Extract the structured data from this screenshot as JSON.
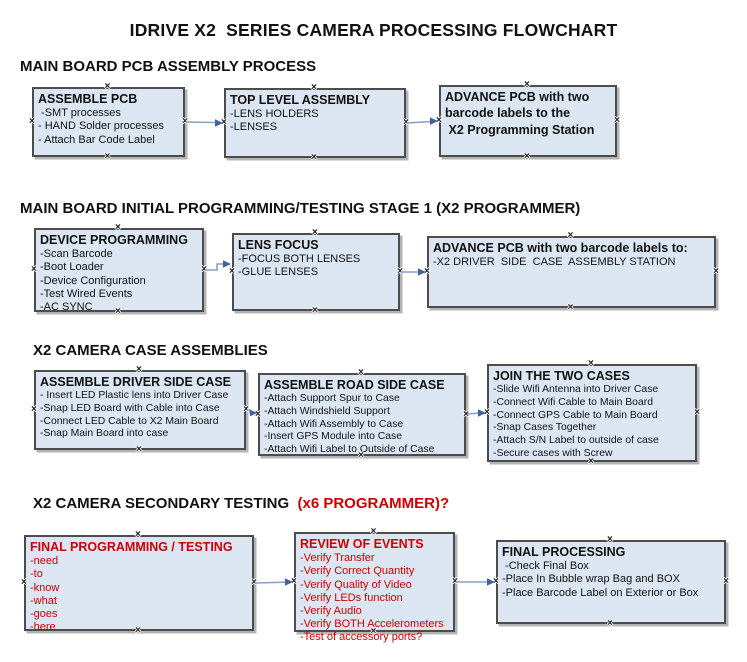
{
  "title": "IDRIVE X2  SERIES CAMERA PROCESSING FLOWCHART",
  "colors": {
    "box_fill": "#dce6f2",
    "box_border": "#4c4c4c",
    "arrow_line": "#8aa2c4",
    "arrow_head": "#41639c",
    "red_text": "#cc0000",
    "black_text": "#111111"
  },
  "sections": [
    {
      "heading": "MAIN BOARD PCB ASSEMBLY PROCESS",
      "boxes": [
        {
          "title": "ASSEMBLE PCB",
          "lines": [
            " -SMT processes",
            "- HAND Solder processes",
            "- Attach Bar Code Label"
          ]
        },
        {
          "title": "TOP LEVEL ASSEMBLY",
          "lines": [
            "-LENS HOLDERS",
            "-LENSES"
          ]
        },
        {
          "title": "ADVANCE PCB with two\nbarcode labels to the\n X2 Programming Station",
          "lines": []
        }
      ]
    },
    {
      "heading": "MAIN BOARD INITIAL PROGRAMMING/TESTING STAGE 1 (X2 PROGRAMMER)",
      "boxes": [
        {
          "title": "DEVICE PROGRAMMING",
          "lines": [
            "-Scan Barcode",
            "-Boot Loader",
            "-Device Configuration",
            "-Test Wired Events",
            "-AC SYNC"
          ]
        },
        {
          "title": "LENS FOCUS",
          "lines": [
            "-FOCUS BOTH LENSES",
            "-GLUE LENSES"
          ]
        },
        {
          "title": "ADVANCE PCB with two barcode labels to:",
          "lines": [
            "-X2 DRIVER  SIDE  CASE  ASSEMBLY STATION"
          ]
        }
      ]
    },
    {
      "heading": "X2 CAMERA CASE ASSEMBLIES",
      "boxes": [
        {
          "title": "ASSEMBLE DRIVER SIDE CASE",
          "lines": [
            "- Insert LED Plastic lens into Driver Case",
            "-Snap LED Board with Cable into Case",
            "-Connect LED Cable to X2 Main Board",
            "-Snap Main Board into case"
          ]
        },
        {
          "title": "ASSEMBLE ROAD SIDE CASE",
          "lines": [
            "-Attach Support Spur to Case",
            "-Attach Windshield Support",
            "-Attach Wifi Assembly to Case",
            "-Insert GPS Module into Case",
            "-Attach Wifi Label to Outside of Case"
          ]
        },
        {
          "title": "JOIN THE TWO CASES",
          "lines": [
            "-Slide Wifi Antenna into Driver Case",
            "-Connect Wifi Cable to Main Board",
            "-Connect GPS Cable to Main Board",
            "-Snap Cases Together",
            "-Attach S/N Label to outside of case",
            "-Secure cases with Screw"
          ]
        }
      ]
    },
    {
      "heading": "X2 CAMERA SECONDARY TESTING ",
      "heading_suffix": " (x6 PROGRAMMER)?",
      "boxes": [
        {
          "title": "FINAL PROGRAMMING / TESTING",
          "lines": [
            "-need",
            "-to",
            "-know",
            "-what",
            "-goes",
            "-here"
          ]
        },
        {
          "title": "REVIEW OF EVENTS",
          "lines": [
            "-Verify Transfer",
            "-Verify Correct Quantity",
            "-Verify Quality of Video",
            "-Verify LEDs function",
            "-Verify Audio",
            "-Verify BOTH Accelerometers",
            "-Test of accessory ports?"
          ]
        },
        {
          "title": "FINAL PROCESSING",
          "lines": [
            " -Check Final Box",
            "-Place In Bubble wrap Bag and BOX",
            "-Place Barcode Label on Exterior or Box"
          ]
        }
      ]
    }
  ]
}
